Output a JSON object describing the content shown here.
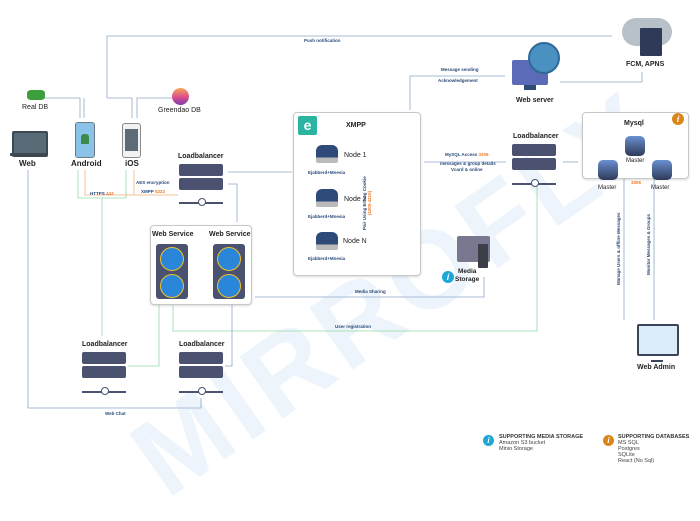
{
  "watermark": "MIRROFLY",
  "nodes": {
    "real_db": "Real DB",
    "greendao_db": "Greendao DB",
    "web": "Web",
    "android": "Android",
    "ios": "iOS",
    "loadbalancer_top": "Loadbalancer",
    "xmpp": "XMPP",
    "node1": "Node 1",
    "node2": "Node 2",
    "nodeN": "Node N",
    "ejabberd": "Ejabberd+Mnesia",
    "web_server": "Web server",
    "fcm_apns": "FCM, APNS",
    "loadbalancer_right": "Loadbalancer",
    "mysql": "Mysql",
    "master": "Master",
    "mysql_port": "3306",
    "web_service": "Web Service",
    "media_storage_line1": "Media",
    "media_storage_line2": "Storage",
    "loadbalancer_bottom_left": "Loadbalancer",
    "loadbalancer_bottom_right": "Loadbalancer",
    "web_admin": "Web Admin"
  },
  "connections": {
    "push_notification": "Push notification",
    "message_sending": "Message sending",
    "acknowledgement": "Acknowledgement",
    "aes_encryption": "AES encryption",
    "xmpp_label": "XMPP",
    "xmpp_port": "5222",
    "https_label": "HTTPS",
    "https_port": "443",
    "mysql_access": "MySQL Access",
    "mysql_access_port": "3306",
    "messages_group": "messages & group details",
    "vcard_online": "Vcard & online",
    "pair_cookie": "Pair Using Erlang Cookie",
    "pair_cookie_ports": "(4200-4210)",
    "media_sharing": "Media Sharing",
    "user_registration": "User registration",
    "web_chat": "Web Chat",
    "manage_users": "Manage Users & offline Messages",
    "monitor_messages": "Monitor Messages & Groups"
  },
  "legend": {
    "media": {
      "title": "SUPPORTING MEDIA STORAGE",
      "items": [
        "Amazon S3 bucket",
        "Minio Storage"
      ]
    },
    "databases": {
      "title": "SUPPORTING DATABASES",
      "items": [
        "MS SQL",
        "Postgres",
        "SQLite",
        "React (No Sql)"
      ]
    }
  },
  "colors": {
    "line_blue": "#5b7fa8",
    "line_green": "#7fd99a",
    "line_orange": "#f4a46a",
    "server_dark": "#4a5270",
    "info_blue": "#1ea7d6",
    "info_orange": "#d9861a",
    "xmpp_teal": "#2bb5a0"
  }
}
